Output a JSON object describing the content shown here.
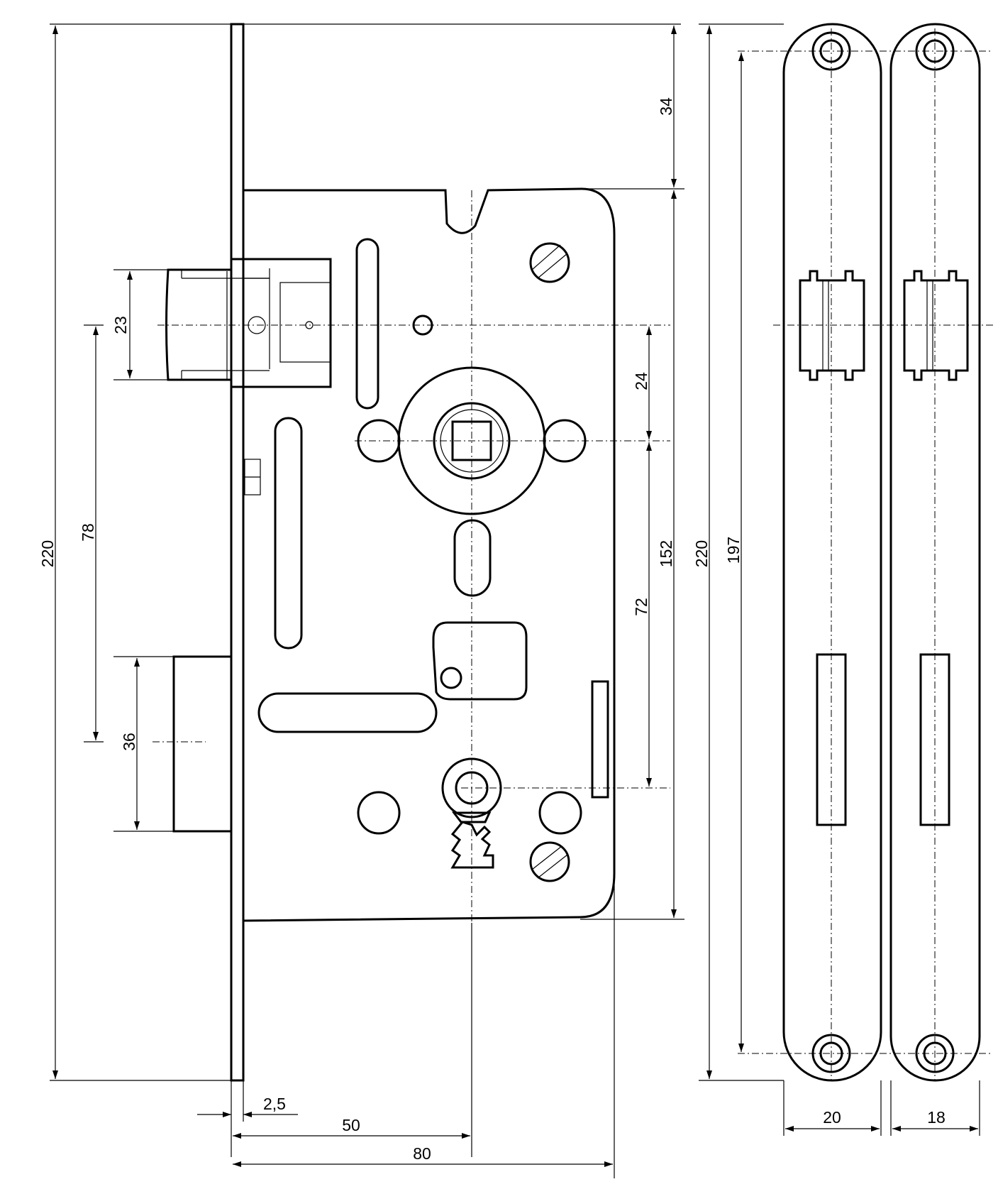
{
  "drawing": {
    "dimensions": {
      "d_220_left": "220",
      "d_78": "78",
      "d_23": "23",
      "d_36": "36",
      "d_34": "34",
      "d_24": "24",
      "d_152": "152",
      "d_72": "72",
      "d_220_right": "220",
      "d_197": "197",
      "d_2_5": "2,5",
      "d_50": "50",
      "d_80": "80",
      "d_20": "20",
      "d_18": "18"
    }
  }
}
